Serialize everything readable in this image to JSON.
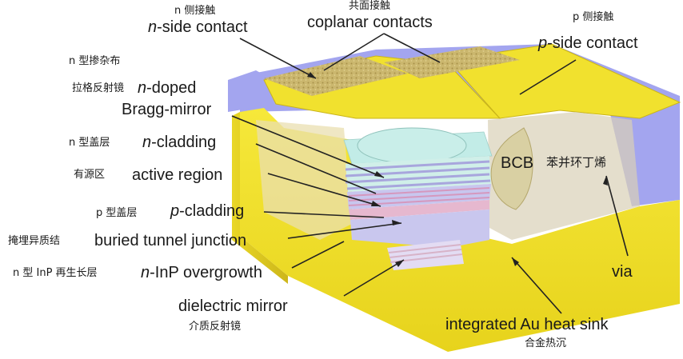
{
  "labels": {
    "n_side_zh": "n 侧接触",
    "n_side_en_italic": "n",
    "n_side_en_rest": "-side contact",
    "coplanar_zh": "共面接触",
    "coplanar_en": "coplanar contacts",
    "p_side_zh": "p 侧接触",
    "p_side_en_italic": "p",
    "p_side_en_rest": "-side contact",
    "n_doped_zh": "n 型掺杂布",
    "bragg_zh": "拉格反射镜",
    "bragg_en_italic": "n",
    "bragg_en_rest": "-doped",
    "bragg_en_line2": "Bragg-mirror",
    "ncladding_zh": "n 型盖层",
    "ncladding_en_italic": "n",
    "ncladding_en_rest": "-cladding",
    "active_zh": "有源区",
    "active_en": "active region",
    "pcladding_zh": "p 型盖层",
    "pcladding_en_italic": "p",
    "pcladding_en_rest": "-cladding",
    "btj_zh": "掩埋异质结",
    "btj_en": "buried tunnel junction",
    "overgrowth_zh": "n 型 InP 再生长层",
    "overgrowth_en_italic": "n",
    "overgrowth_en_rest": "-InP overgrowth",
    "dielectric_en": "dielectric mirror",
    "dielectric_zh": "介质反射镜",
    "bcb_en": "BCB",
    "bcb_zh": "苯并环丁烯",
    "via_en": "via",
    "heatsink_en": "integrated Au heat sink",
    "heatsink_zh": "合金热沉"
  },
  "colors": {
    "gold": "#f2e32a",
    "gold_dark": "#d9c31c",
    "bcb_blue": "#9fa1ec",
    "contact_pad": "#c9b46a",
    "mesa_cyan": "#bfe8e2",
    "cladding_lavender": "#c9c7ee",
    "active_pink": "#e6b8cf",
    "tunnel_magenta": "#d24fd0"
  }
}
